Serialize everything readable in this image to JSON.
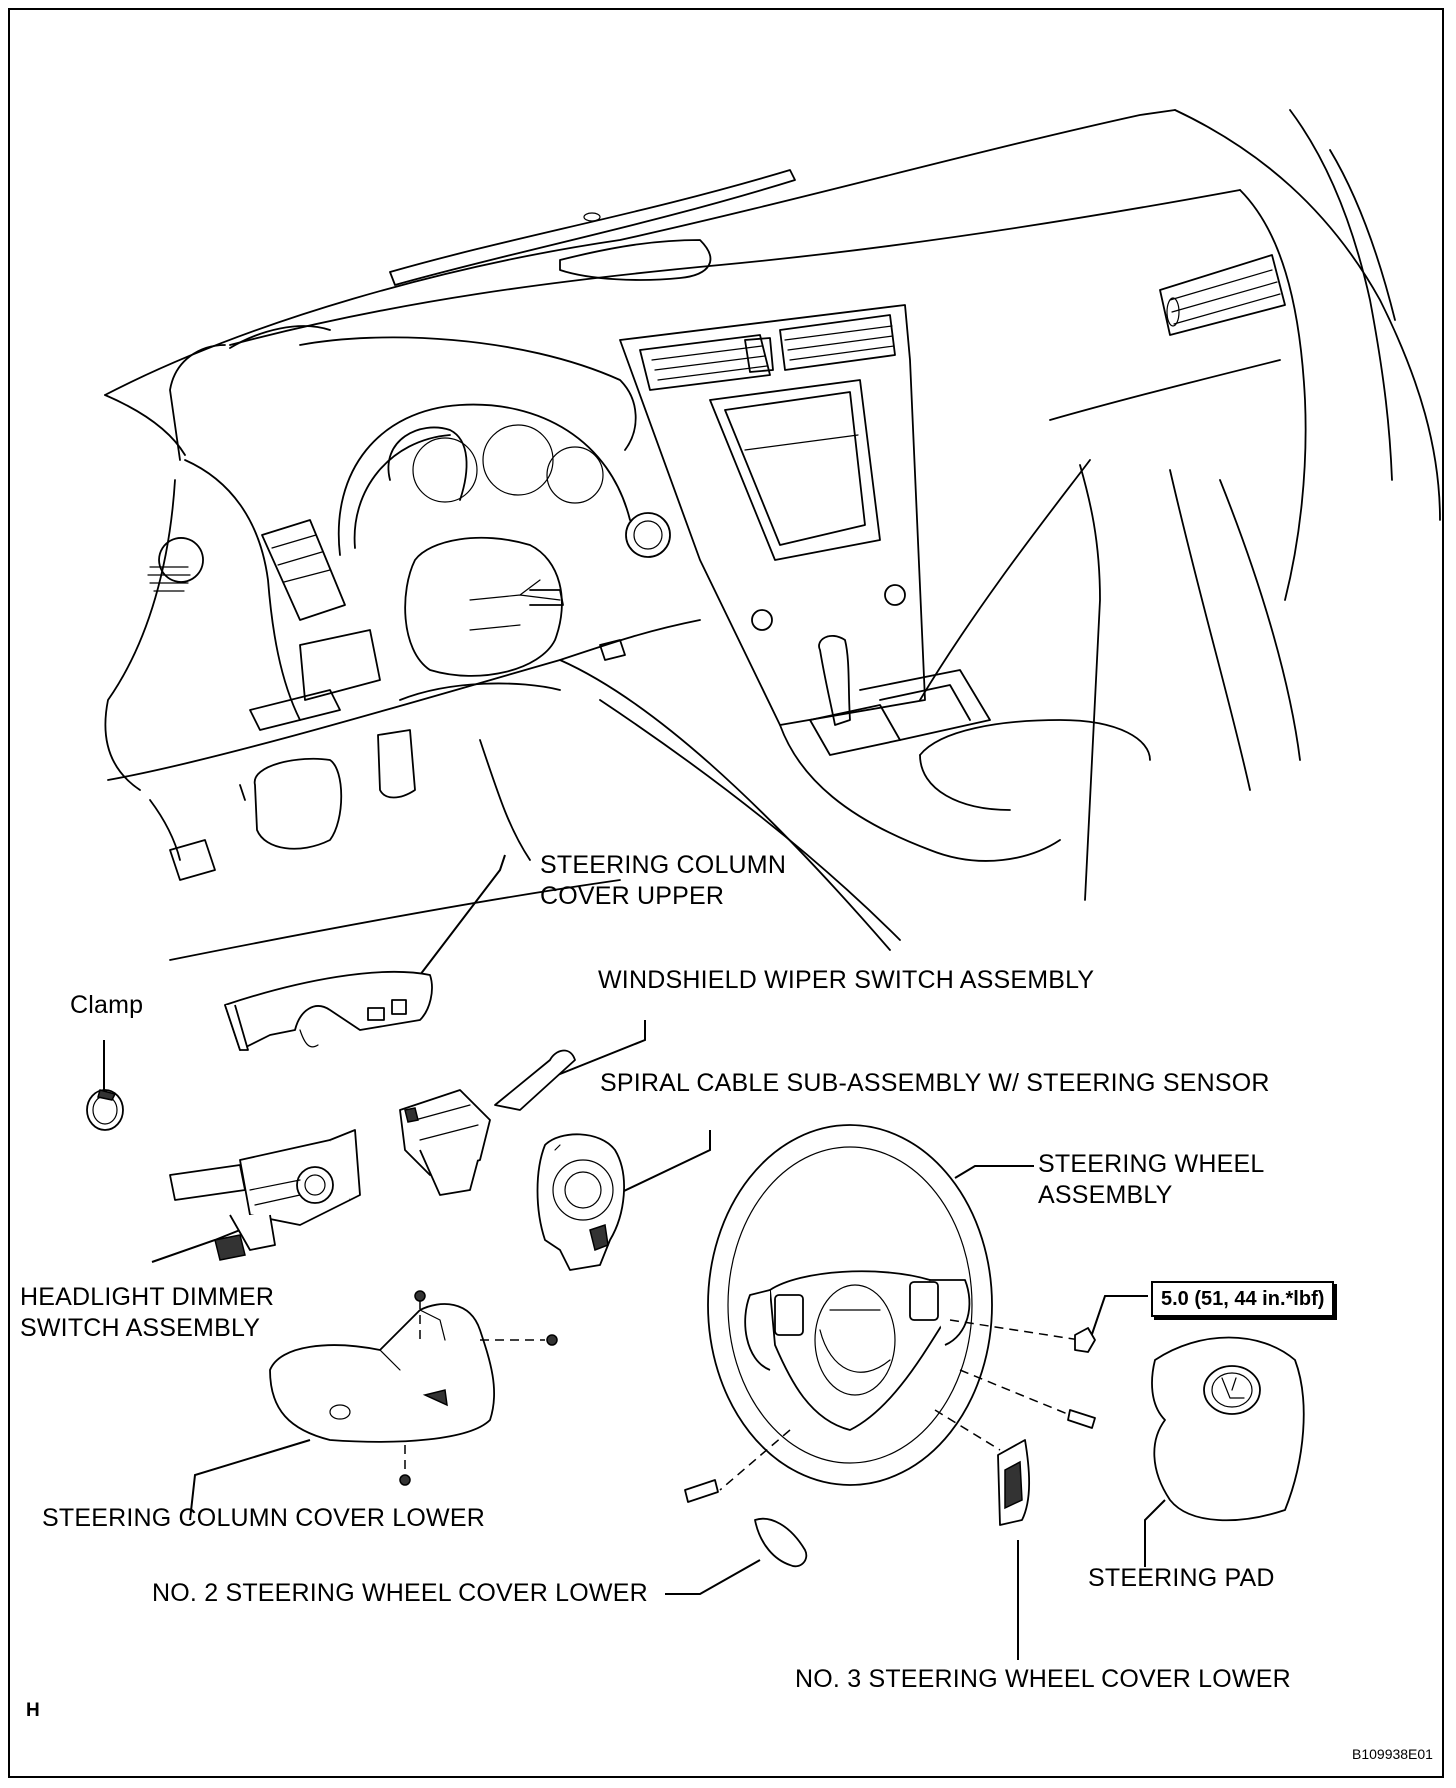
{
  "labels": {
    "steering_column_cover_upper": "STEERING COLUMN\nCOVER UPPER",
    "clamp": "Clamp",
    "windshield_wiper_switch": "WINDSHIELD WIPER SWITCH ASSEMBLY",
    "spiral_cable": "SPIRAL CABLE SUB-ASSEMBLY W/ STEERING SENSOR",
    "steering_wheel_assembly": "STEERING WHEEL\nASSEMBLY",
    "headlight_dimmer_switch": "HEADLIGHT DIMMER\nSWITCH ASSEMBLY",
    "steering_column_cover_lower": "STEERING COLUMN COVER LOWER",
    "no2_steering_wheel_cover_lower": "NO. 2 STEERING WHEEL COVER LOWER",
    "steering_pad": "STEERING PAD",
    "no3_steering_wheel_cover_lower": "NO. 3 STEERING WHEEL COVER LOWER"
  },
  "torque_spec": "5.0 (51, 44 in.*lbf)",
  "corner_left": "H",
  "figure_code": "B109938E01"
}
